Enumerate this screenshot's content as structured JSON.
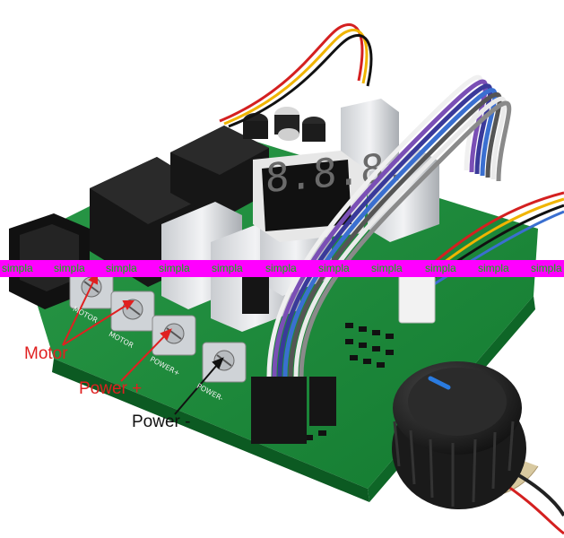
{
  "callouts": {
    "motor": "Motor",
    "power_plus": "Power +",
    "power_minus": "Power -"
  },
  "terminal_labels": [
    "MOTOR",
    "MOTOR",
    "POWER+",
    "POWER-"
  ],
  "display_digits": "8.8.8.",
  "watermark": {
    "text": "simpla",
    "color": "#00c000",
    "band_color": "#ff00ff"
  },
  "colors": {
    "callout_red": "#e02020",
    "callout_black": "#111111",
    "pcb_green": "#1f8a3a"
  }
}
